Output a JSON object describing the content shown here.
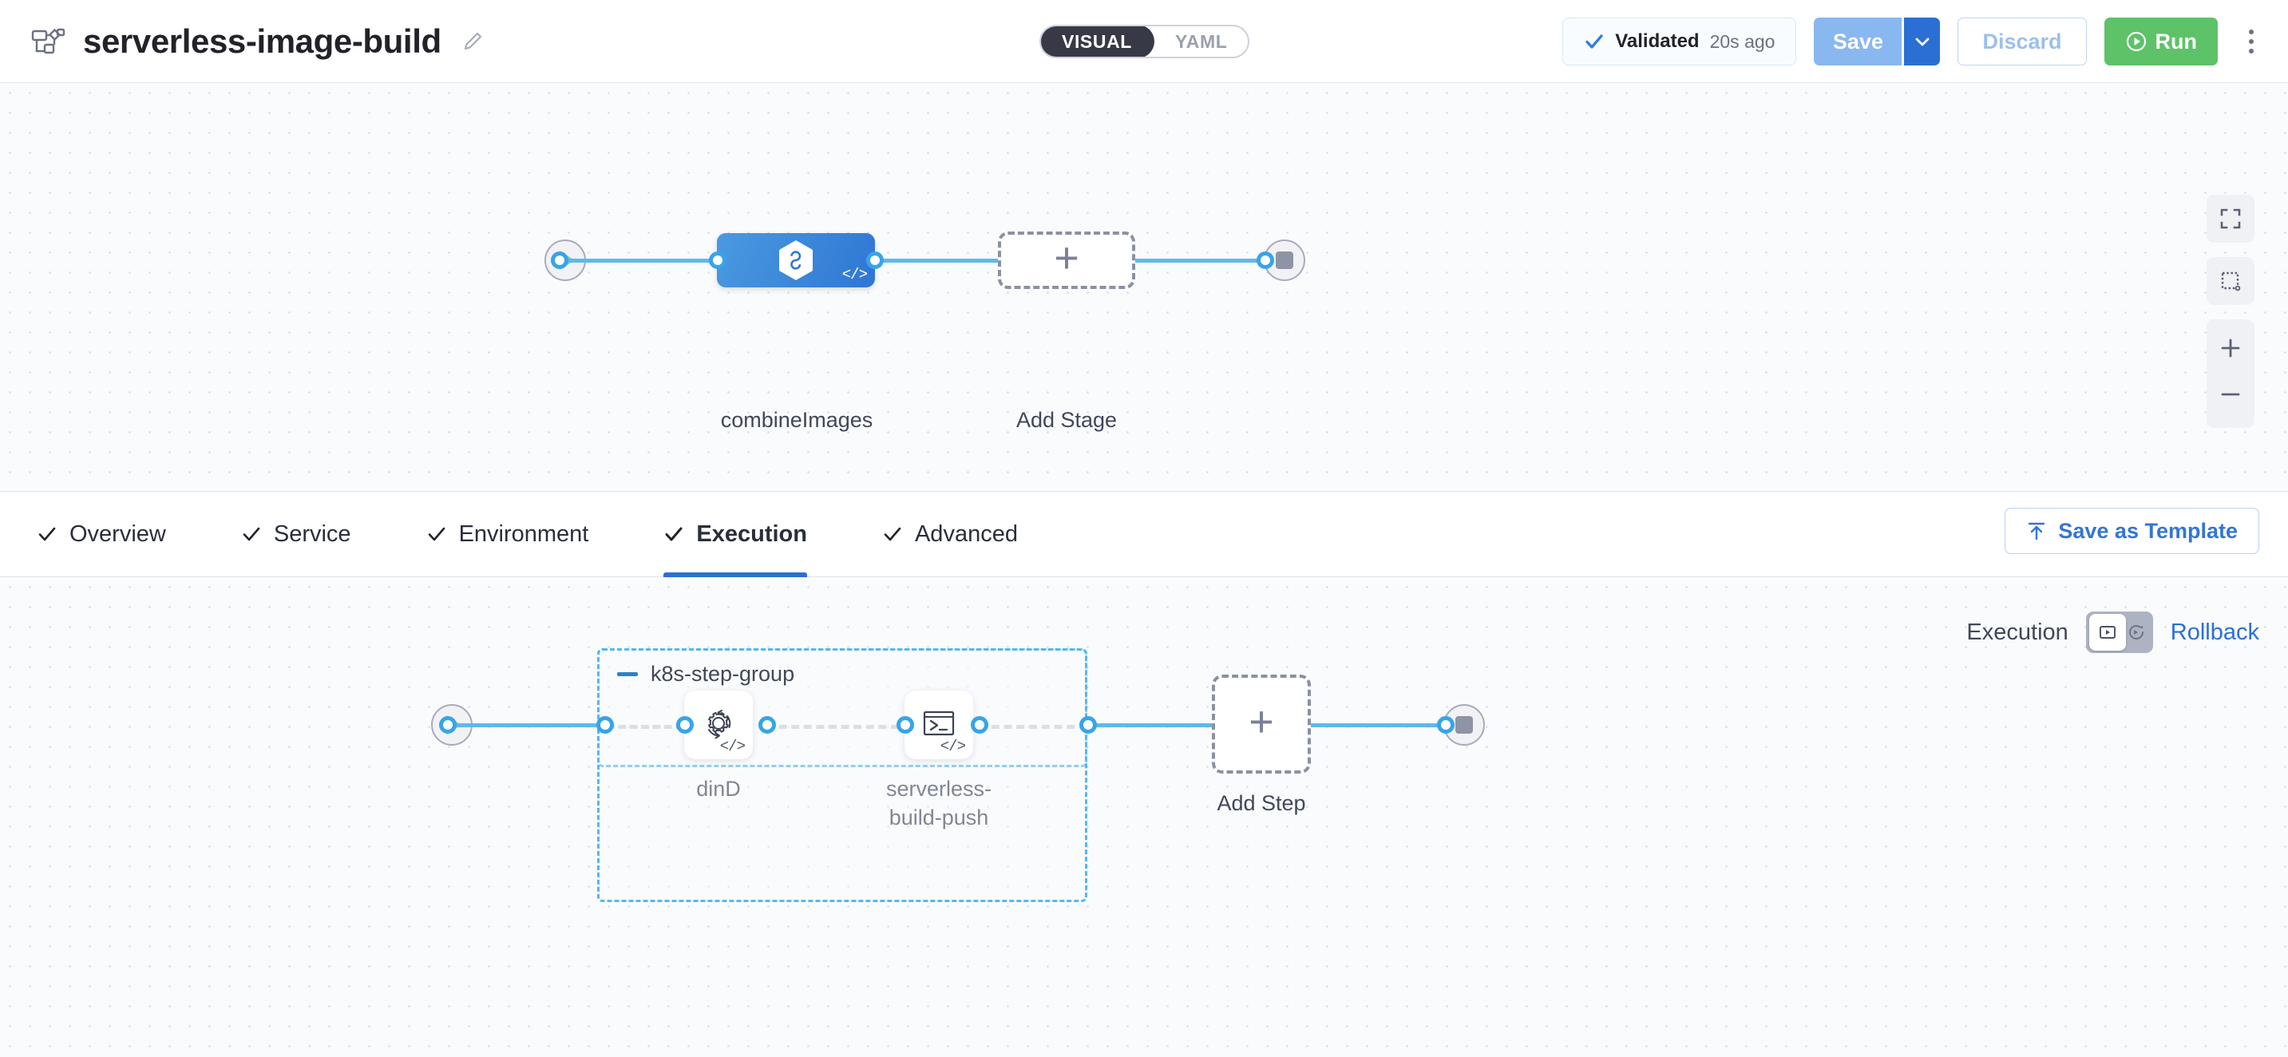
{
  "header": {
    "pipeline_icon": "pipeline-flow-icon",
    "title": "serverless-image-build",
    "edit_icon": "pencil-edit-icon",
    "view_toggle": {
      "visual_label": "VISUAL",
      "yaml_label": "YAML",
      "selected": "VISUAL"
    },
    "validation": {
      "icon": "check-icon",
      "label": "Validated",
      "time": "20s ago"
    },
    "save_label": "Save",
    "save_caret_icon": "chevron-down-icon",
    "discard_label": "Discard",
    "run_label": "Run",
    "run_icon": "play-circle-icon",
    "more_icon": "kebab-menu-icon"
  },
  "stage_canvas": {
    "start_node": "pipeline-start-node",
    "end_node": "pipeline-end-node",
    "stages": [
      {
        "name": "combineImages",
        "icon": "harness-hexagon-icon",
        "badge": "</>",
        "type": "stage"
      },
      {
        "name": "Add Stage",
        "icon": "plus-icon",
        "type": "add"
      }
    ],
    "controls": [
      {
        "name": "fit-to-screen-icon",
        "label": "Fit to screen"
      },
      {
        "name": "selection-box-icon",
        "label": "Selection box"
      },
      {
        "name": "zoom-in-icon",
        "label": "Zoom in"
      },
      {
        "name": "zoom-out-icon",
        "label": "Zoom out"
      }
    ]
  },
  "tabs": [
    {
      "label": "Overview",
      "icon": "check-icon",
      "active": false
    },
    {
      "label": "Service",
      "icon": "check-icon",
      "active": false
    },
    {
      "label": "Environment",
      "icon": "check-icon",
      "active": false
    },
    {
      "label": "Execution",
      "icon": "check-icon",
      "active": true
    },
    {
      "label": "Advanced",
      "icon": "check-icon",
      "active": false
    }
  ],
  "save_as_template": {
    "label": "Save as Template",
    "icon": "save-template-icon"
  },
  "execution_toggle": {
    "execution_label": "Execution",
    "rollback_label": "Rollback",
    "left_icon": "execution-play-box-icon",
    "right_icon": "rollback-rotate-icon",
    "selected": "Execution"
  },
  "step_canvas": {
    "start_node": "execution-start-node",
    "end_node": "execution-end-node",
    "step_group": {
      "title": "k8s-step-group",
      "collapse_icon": "minus-collapse-icon",
      "steps": [
        {
          "name": "dinD",
          "icon": "gear-rotate-icon",
          "badge": "</>"
        },
        {
          "name": "serverless-\nbuild-push",
          "icon": "terminal-icon",
          "badge": "</>"
        }
      ]
    },
    "add_step": {
      "label": "Add Step",
      "icon": "plus-icon"
    }
  },
  "colors": {
    "accent_blue": "#2b6fd4",
    "link_blue": "#5cb9ee",
    "connector_blue": "#38a4e8",
    "run_green": "#5ec269",
    "toggle_dark": "#383946",
    "canvas_bg": "#fafbfd",
    "dot_grid": "#dfe3ea"
  }
}
